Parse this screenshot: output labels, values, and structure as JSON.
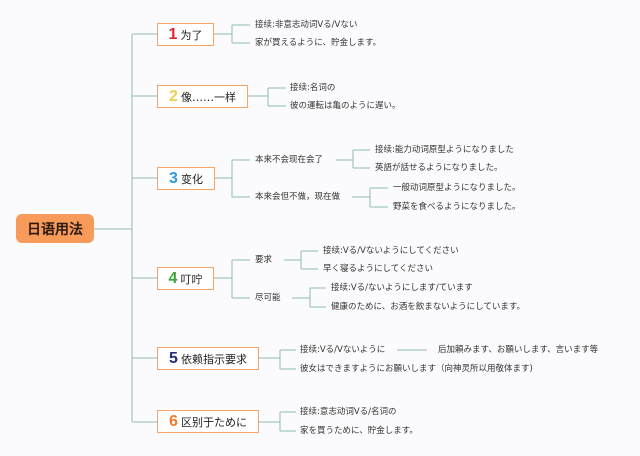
{
  "root": "日语用法",
  "colors": {
    "line": "#8fbcb0",
    "box_border": "#f4a66a",
    "root_fill": "#f79a5a",
    "n1": "#e0262f",
    "n2": "#f2d04a",
    "n3": "#2a9be0",
    "n4": "#3aa63a",
    "n5": "#1f2d7a",
    "n6": "#f07a28"
  },
  "branches": [
    {
      "num": "1",
      "label": "为了",
      "leaves": [
        "接续:非意志动词Vる/Vない",
        "家が買えるように、貯金します。"
      ]
    },
    {
      "num": "2",
      "label": "像……一样",
      "leaves": [
        "接续:名词の",
        "彼の運転は亀のように遅い。"
      ]
    },
    {
      "num": "3",
      "label": "变化",
      "subs": [
        {
          "label": "本来不会现在会了",
          "leaves": [
            "接续:能力动词原型ようになりました",
            "英語が話せるようになりました。"
          ]
        },
        {
          "label": "本来会但不做，现在做",
          "leaves": [
            "一般动词原型ようになりました。",
            "野菜を食べるようになりました。"
          ]
        }
      ]
    },
    {
      "num": "4",
      "label": "叮咛",
      "subs": [
        {
          "label": "要求",
          "leaves": [
            "接续:Vる/Vないようにしてください",
            "早く寝るようにしてください"
          ]
        },
        {
          "label": "尽可能",
          "leaves": [
            "接续:Vる/ないようにします/ています",
            "健康のために、お酒を飲まないようにしています。"
          ]
        }
      ]
    },
    {
      "num": "5",
      "label": "依赖指示要求",
      "leaves": [
        "接续:Vる/Vないように",
        "彼女はできますようにお願いします（向神灵所以用敬体ます)"
      ],
      "extra": "后加頼みます、お願いします、言います等"
    },
    {
      "num": "6",
      "label": "区别于ために",
      "leaves": [
        "接续:意志动词Vる/名词の",
        "家を買うために、貯金します。"
      ]
    }
  ]
}
